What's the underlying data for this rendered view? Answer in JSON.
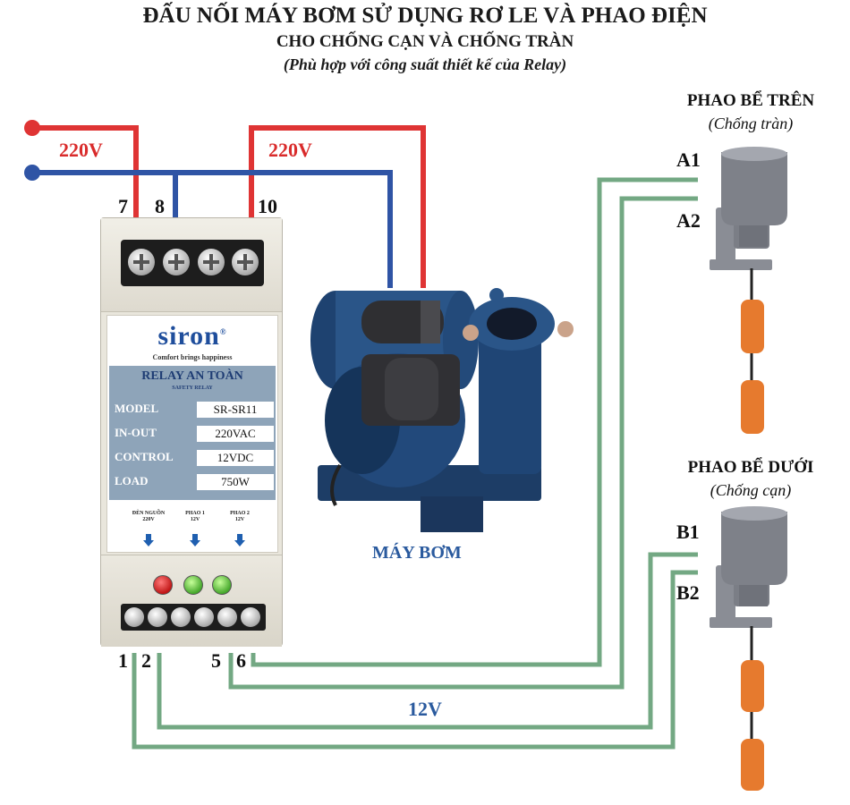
{
  "title": {
    "line1": "ĐẤU NỐI MÁY BƠM SỬ DỤNG RƠ LE VÀ PHAO ĐIỆN",
    "line2": "CHO CHỐNG CẠN VÀ CHỐNG TRÀN",
    "line3": "(Phù hợp với công suất thiết kế của Relay)"
  },
  "power": {
    "left_label": "220V",
    "right_label": "220V"
  },
  "low_voltage_label": "12V",
  "terminals": {
    "t7": "7",
    "t8": "8",
    "t10": "10",
    "t1": "1",
    "t2": "2",
    "t5": "5",
    "t6": "6"
  },
  "relay": {
    "brand": "siron",
    "brand_mark": "®",
    "tagline": "Comfort brings happiness",
    "panel_title": "RELAY AN TOÀN",
    "panel_subtitle": "SAFETY RELAY",
    "specs": [
      {
        "key": "MODEL",
        "value": "SR-SR11"
      },
      {
        "key": "IN-OUT",
        "value": "220VAC"
      },
      {
        "key": "CONTROL",
        "value": "12VDC"
      },
      {
        "key": "LOAD",
        "value": "750W"
      }
    ],
    "indicators": [
      {
        "line1": "ĐÈN NGUỒN",
        "line2": "220V"
      },
      {
        "line1": "PHAO 1",
        "line2": "12V"
      },
      {
        "line1": "PHAO 2",
        "line2": "12V"
      }
    ]
  },
  "pump": {
    "label": "MÁY BƠM"
  },
  "float_top": {
    "name": "PHAO BỂ TRÊN",
    "sub": "(Chống tràn)",
    "w1": "A1",
    "w2": "A2"
  },
  "float_bottom": {
    "name": "PHAO BỂ DƯỚI",
    "sub": "(Chống cạn)",
    "w1": "B1",
    "w2": "B2"
  },
  "colors": {
    "red_wire": "#df3434",
    "blue_wire": "#2f54a5",
    "green_wire": "#73a883",
    "pump_blue": "#254d7e",
    "float_orange": "#e67a2e"
  }
}
